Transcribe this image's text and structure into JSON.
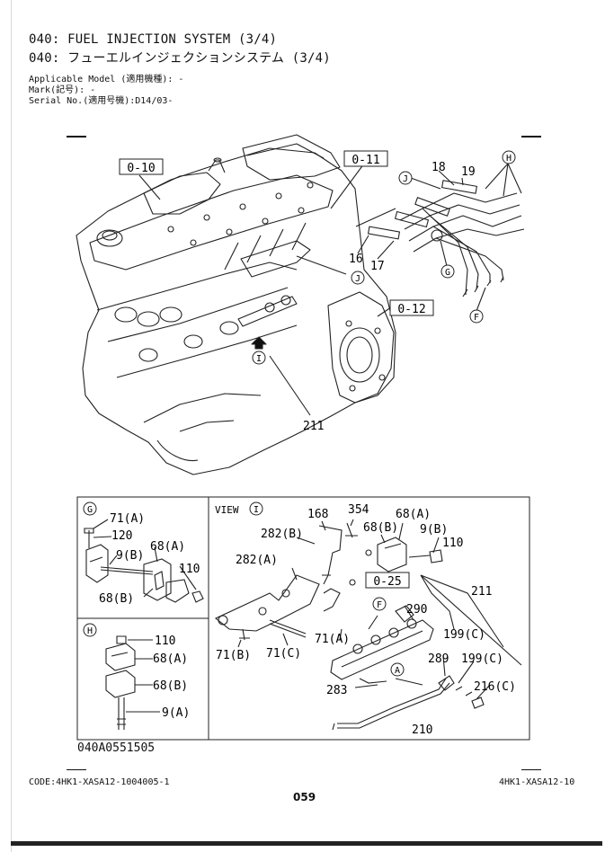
{
  "header": {
    "title_en": "040: FUEL INJECTION SYSTEM (3/4)",
    "title_jp": "040: フューエルインジェクションシステム (3/4)",
    "applicable_model": "Applicable Model (適用機種): -",
    "mark": "Mark(記号): -",
    "serial": "Serial No.(適用号機):D14/03-"
  },
  "main_diagram": {
    "refs": {
      "r010": "0-10",
      "r011": "0-11",
      "r012": "0-12",
      "r025": "0-25"
    },
    "parts": {
      "p18": "18",
      "p19": "19",
      "p16": "16",
      "p17": "17",
      "p211": "211"
    },
    "markers": {
      "h": "H",
      "j1": "J",
      "j2": "J",
      "g": "G",
      "f": "F",
      "i": "I"
    }
  },
  "detail_g": {
    "marker": "G",
    "parts": {
      "a": "71(A)",
      "b": "120",
      "c": "9(B)",
      "d": "68(A)",
      "e": "110",
      "f": "68(B)"
    }
  },
  "detail_h": {
    "marker": "H",
    "parts": {
      "a": "110",
      "b": "68(A)",
      "c": "68(B)",
      "d": "9(A)"
    }
  },
  "view_i": {
    "label": "VIEW",
    "marker": "I",
    "parts": {
      "p168": "168",
      "p354": "354",
      "p68a": "68(A)",
      "p68b": "68(B)",
      "p9b": "9(B)",
      "p110": "110",
      "p282b": "282(B)",
      "p282a": "282(A)",
      "p211": "211",
      "p290": "290",
      "p71a": "71(A)",
      "p71b": "71(B)",
      "p71c": "71(C)",
      "p199c1": "199(C)",
      "p199c2": "199(C)",
      "p289": "289",
      "p283": "283",
      "p216c": "216(C)",
      "p210": "210"
    },
    "markers": {
      "f": "F",
      "a": "A"
    }
  },
  "drawing_code": "040A0551505",
  "footer": {
    "code": "CODE:4HK1-XASA12-1004005-1",
    "model": "4HK1-XASA12-10",
    "page": "059"
  }
}
